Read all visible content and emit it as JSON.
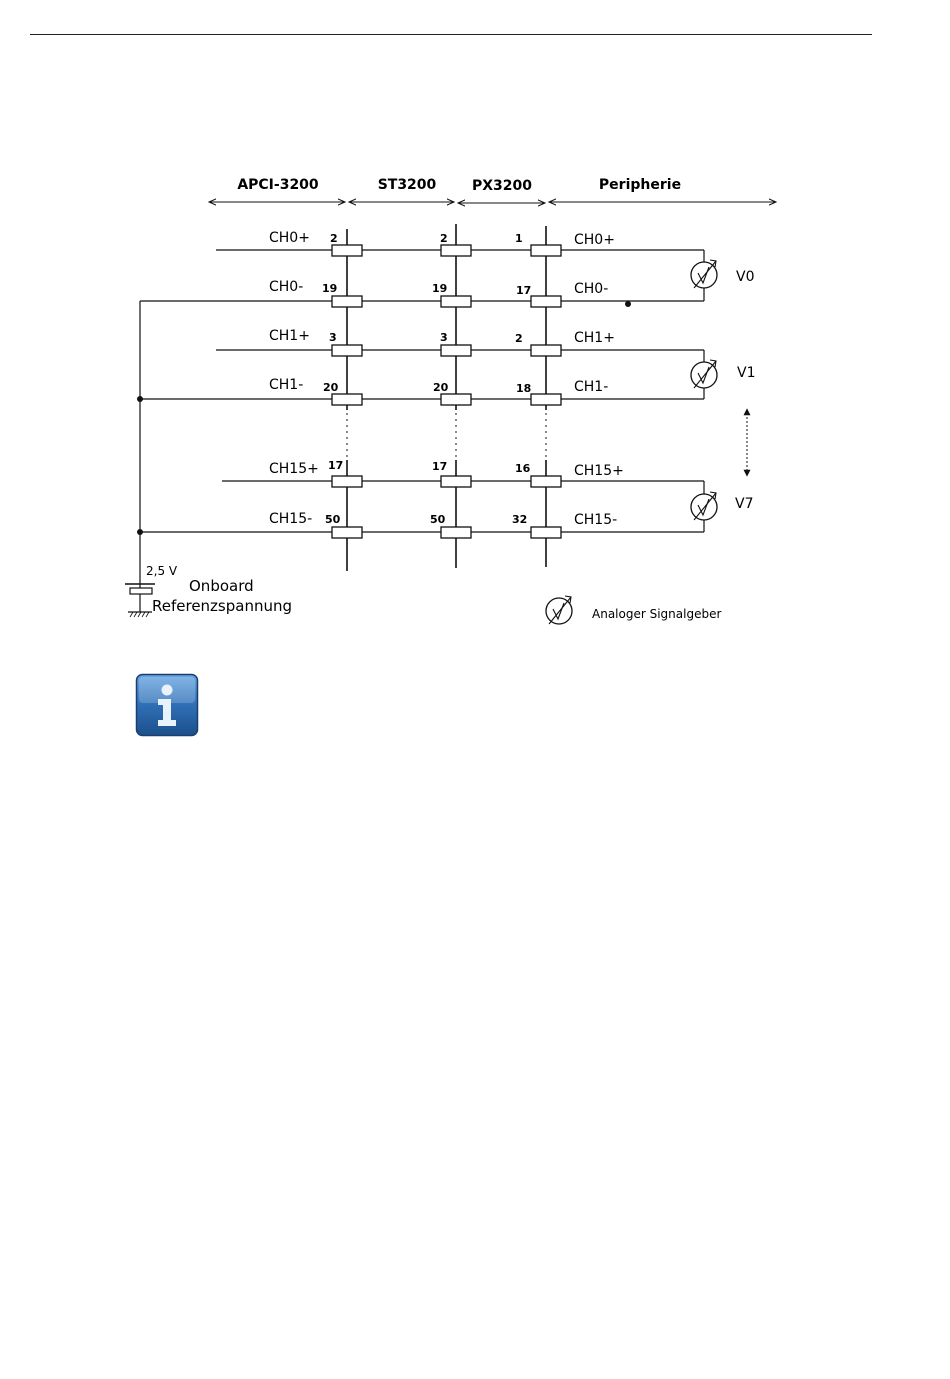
{
  "diagram": {
    "sections": [
      {
        "id": "apci",
        "label": "APCI-3200"
      },
      {
        "id": "st",
        "label": "ST3200"
      },
      {
        "id": "px",
        "label": "PX3200"
      },
      {
        "id": "peri",
        "label": "Peripherie"
      }
    ],
    "rows": [
      {
        "left_label": "CH0+",
        "pin_apci": "2",
        "pin_st": "2",
        "pin_px": "1",
        "right_label": "CH0+"
      },
      {
        "left_label": "CH0-",
        "pin_apci": "19",
        "pin_st": "19",
        "pin_px": "17",
        "right_label": "CH0-"
      },
      {
        "left_label": "CH1+",
        "pin_apci": "3",
        "pin_st": "3",
        "pin_px": "2",
        "right_label": "CH1+"
      },
      {
        "left_label": "CH1-",
        "pin_apci": "20",
        "pin_st": "20",
        "pin_px": "18",
        "right_label": "CH1-"
      },
      {
        "left_label": "CH15+",
        "pin_apci": "17",
        "pin_st": "17",
        "pin_px": "16",
        "right_label": "CH15+"
      },
      {
        "left_label": "CH15-",
        "pin_apci": "50",
        "pin_st": "50",
        "pin_px": "32",
        "right_label": "CH15-"
      }
    ],
    "sources": [
      "V0",
      "V1",
      "V7"
    ],
    "reference": {
      "voltage": "2,5 V",
      "line1": "Onboard",
      "line2": "Referenzspannung"
    },
    "legend": {
      "label": "Analoger Signalgeber"
    }
  },
  "info": {
    "icon": "info-icon",
    "color": "#2f6fb5"
  }
}
